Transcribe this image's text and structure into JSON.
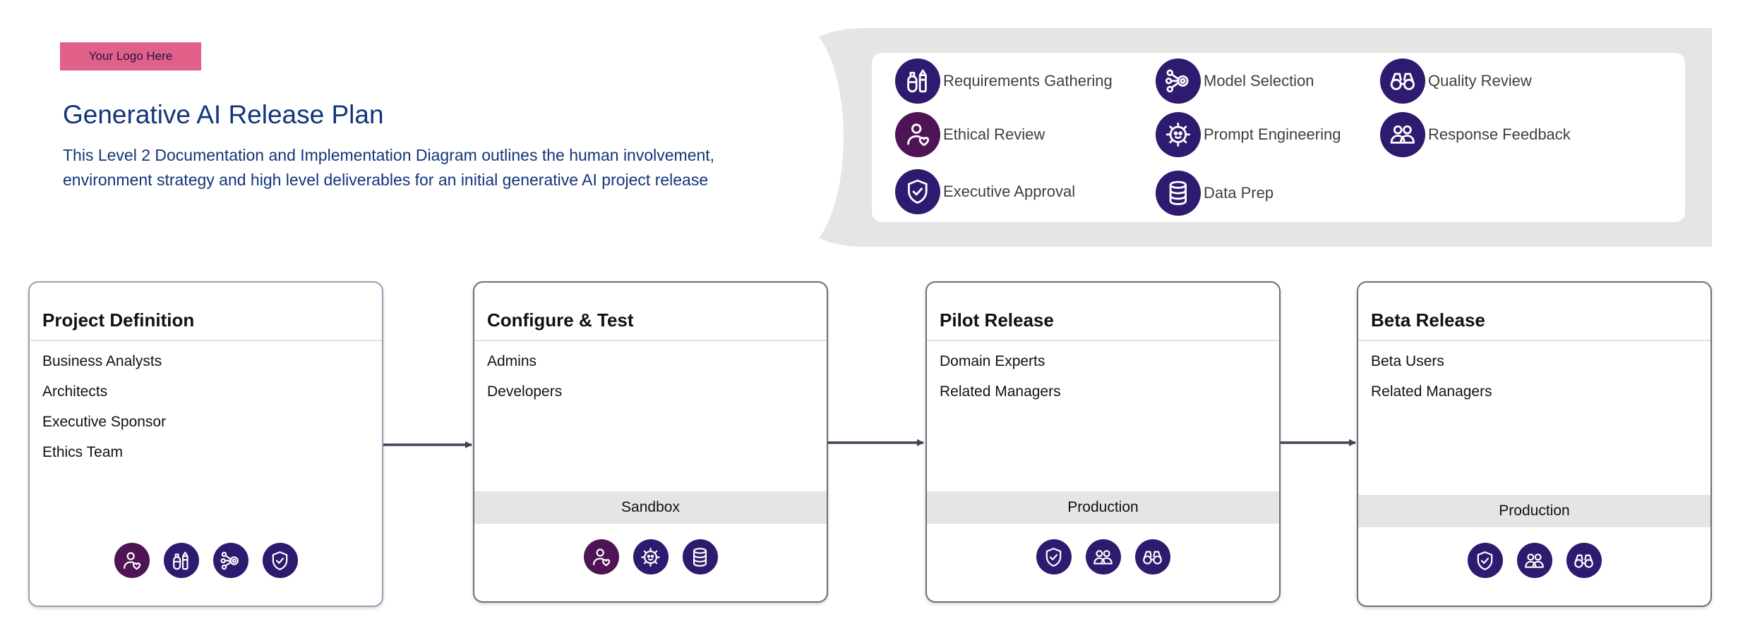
{
  "header": {
    "logo_text": "Your Logo Here",
    "title": "Generative AI Release Plan",
    "description": "This Level 2 Documentation and Implementation Diagram outlines the human involvement, environment strategy and high level deliverables for an initial generative AI project release"
  },
  "legend": [
    {
      "icon": "requirements-gathering-icon",
      "label": "Requirements Gathering"
    },
    {
      "icon": "model-selection-icon",
      "label": "Model Selection"
    },
    {
      "icon": "quality-review-icon",
      "label": "Quality Review"
    },
    {
      "icon": "ethical-review-icon",
      "label": "Ethical Review"
    },
    {
      "icon": "prompt-engineering-icon",
      "label": "Prompt Engineering"
    },
    {
      "icon": "response-feedback-icon",
      "label": "Response Feedback"
    },
    {
      "icon": "executive-approval-icon",
      "label": "Executive Approval"
    },
    {
      "icon": "data-prep-icon",
      "label": "Data Prep"
    }
  ],
  "stages": [
    {
      "title": "Project Definition",
      "roles": [
        "Business Analysts",
        "Architects",
        "Executive Sponsor",
        "Ethics Team"
      ],
      "environment": "",
      "icons": [
        "ethical-review-icon",
        "requirements-gathering-icon",
        "model-selection-icon",
        "executive-approval-icon"
      ]
    },
    {
      "title": "Configure & Test",
      "roles": [
        "Admins",
        "Developers"
      ],
      "environment": "Sandbox",
      "icons": [
        "ethical-review-icon",
        "prompt-engineering-icon",
        "data-prep-icon"
      ]
    },
    {
      "title": "Pilot Release",
      "roles": [
        "Domain Experts",
        "Related Managers"
      ],
      "environment": "Production",
      "icons": [
        "executive-approval-icon",
        "response-feedback-icon",
        "quality-review-icon"
      ]
    },
    {
      "title": "Beta Release",
      "roles": [
        "Beta Users",
        "Related Managers"
      ],
      "environment": "Production",
      "icons": [
        "executive-approval-icon",
        "response-feedback-icon",
        "quality-review-icon"
      ]
    }
  ],
  "colors": {
    "icon_primary": "#2e1a6e",
    "icon_ethics": "#4f1455",
    "title_text": "#13357a",
    "logo_bg": "#e06088",
    "panel_bg": "#e5e5e5"
  }
}
